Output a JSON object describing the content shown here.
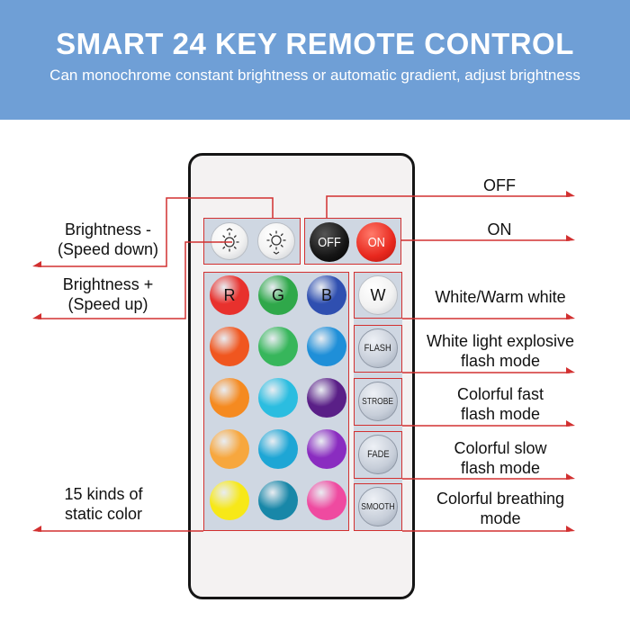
{
  "banner": {
    "title": "SMART 24 KEY REMOTE CONTROL",
    "subtitle": "Can monochrome constant brightness or automatic gradient, adjust brightness"
  },
  "remote": {
    "off_label": "OFF",
    "on_label": "ON",
    "r_label": "R",
    "g_label": "G",
    "b_label": "B",
    "w_label": "W",
    "flash_label": "FLASH",
    "strobe_label": "STROBE",
    "fade_label": "FADE",
    "smooth_label": "SMOOTH",
    "color_rows": [
      [
        "#e8312d",
        "#2fa84a",
        "#2f4fb0"
      ],
      [
        "#f0561f",
        "#37b65b",
        "#1f8fd8"
      ],
      [
        "#f58a20",
        "#2bbde0",
        "#5a1f87"
      ],
      [
        "#f7a73e",
        "#1ea6d5",
        "#8a2cc0"
      ],
      [
        "#f7e818",
        "#1887a8",
        "#ef4aa0"
      ]
    ]
  },
  "annotations": {
    "brightness_down": [
      "Brightness -",
      "(Speed down)"
    ],
    "brightness_up": [
      "Brightness +",
      "(Speed up)"
    ],
    "static_colors": [
      "15 kinds of",
      "static color"
    ],
    "off": "OFF",
    "on": "ON",
    "white": "White/Warm white",
    "flash": [
      "White light explosive",
      "flash mode"
    ],
    "strobe": [
      "Colorful fast",
      "flash mode"
    ],
    "fade": [
      "Colorful slow",
      "flash mode"
    ],
    "smooth": [
      "Colorful breathing",
      "mode"
    ]
  },
  "colors": {
    "banner": "#6f9fd6",
    "annotation_line": "#d23030",
    "panel": "#cfd7e2"
  },
  "icons": {
    "brightness_down": "sun-arrows-icon",
    "brightness_up": "sun-arrows-icon"
  }
}
